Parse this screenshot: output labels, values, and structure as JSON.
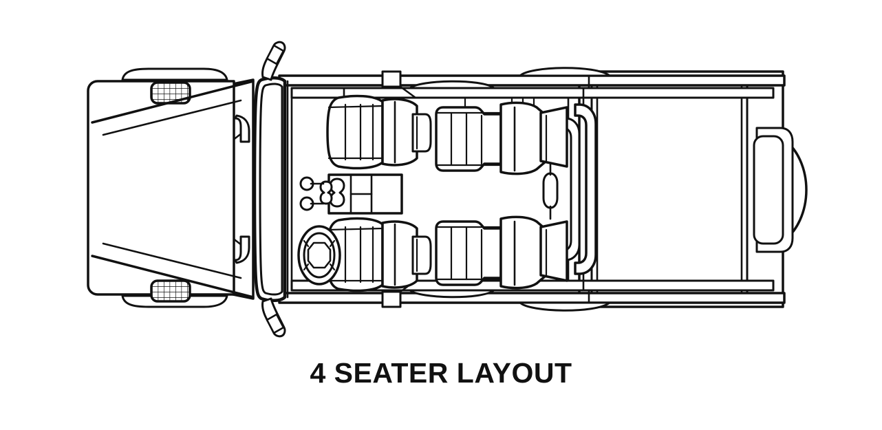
{
  "figure": {
    "caption": "4 SEATER LAYOUT",
    "subject": "vehicle-top-view-floorplan",
    "view": "top-down",
    "style": "line-art-outline",
    "background_color": "#ffffff",
    "line_color": "#111111",
    "fill_color": "#ffffff"
  },
  "vehicle": {
    "orientation": "front-left-rear-right",
    "seat_count": 4,
    "parts": {
      "front_bumper": "front-bumper",
      "hood": "hood-panel",
      "grille": "front-grille",
      "windshield": "windshield-panel",
      "roll_bar": "roll-bar",
      "cargo_bed": "rear-cargo-bed",
      "spare_tire": "rear-spare-tire",
      "steering_wheel": "steering-wheel",
      "center_console": "center-console",
      "gear_lever": "gear-shift-lever",
      "hand_brake": "hand-brake-lever"
    },
    "headlights": [
      {
        "id": "headlight-left",
        "position": "front-upper"
      },
      {
        "id": "headlight-right",
        "position": "front-lower"
      }
    ],
    "mirrors": [
      {
        "id": "side-mirror-upper",
        "position": "upper"
      },
      {
        "id": "side-mirror-lower",
        "position": "lower"
      }
    ],
    "wheel_arches": [
      {
        "id": "wheel-arch-front-upper",
        "position": "front-upper"
      },
      {
        "id": "wheel-arch-front-lower",
        "position": "front-lower"
      },
      {
        "id": "wheel-arch-rear-upper",
        "position": "rear-upper"
      },
      {
        "id": "wheel-arch-rear-lower",
        "position": "rear-lower"
      }
    ],
    "seats": [
      {
        "id": "seat-front-passenger",
        "row": "front",
        "side": "upper",
        "ribs": 4,
        "headrest": true
      },
      {
        "id": "seat-front-driver",
        "row": "front",
        "side": "lower",
        "ribs": 4,
        "headrest": true
      },
      {
        "id": "seat-rear-upper",
        "row": "rear",
        "side": "upper",
        "ribs": 4,
        "headrest": true
      },
      {
        "id": "seat-rear-lower",
        "row": "rear",
        "side": "lower",
        "ribs": 4,
        "headrest": true
      }
    ]
  }
}
